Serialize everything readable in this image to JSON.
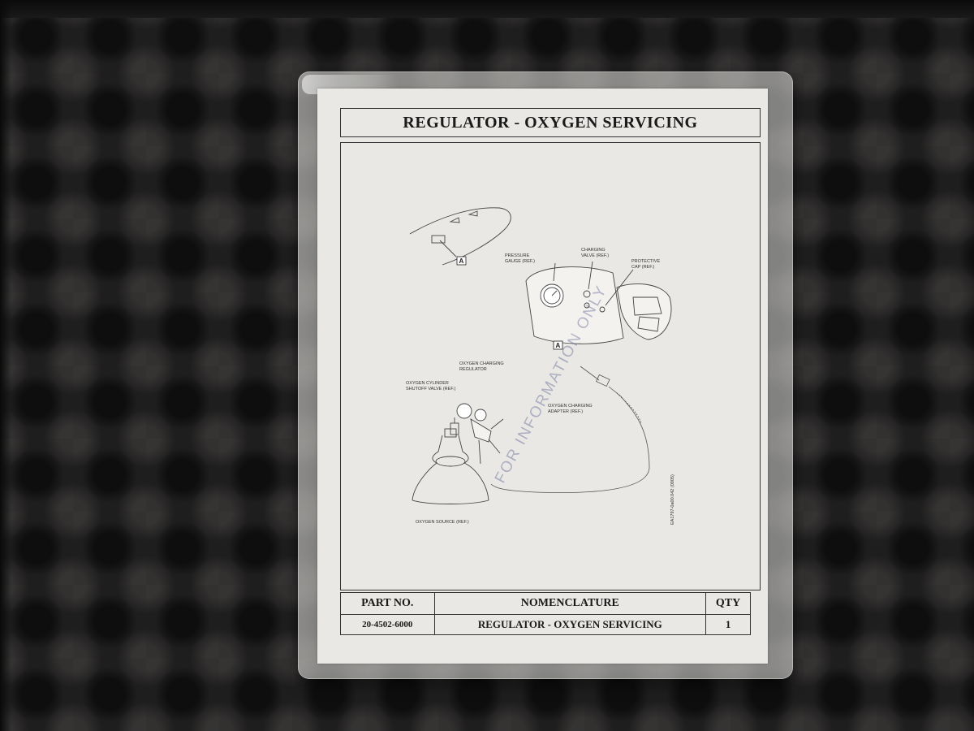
{
  "card": {
    "title": "REGULATOR - OXYGEN SERVICING",
    "drawing": {
      "callout_a": "A",
      "labels": {
        "pressure_gauge": [
          "PRESSURE",
          "GAUGE (REF.)"
        ],
        "charging_valve": [
          "CHARGING",
          "VALVE (REF.)"
        ],
        "protective_cap": [
          "PROTECTIVE",
          "CAP (REF.)"
        ],
        "oxygen_regulator": [
          "OXYGEN CHARGING",
          "REGULATOR"
        ],
        "cylinder_shutoff": [
          "OXYGEN CYLINDER",
          "SHUTOFF VALVE (REF.)"
        ],
        "charging_adapter": [
          "OXYGEN CHARGING",
          "ADAPTER (REF.)"
        ],
        "oxygen_source": "OXYGEN SOURCE (REF.)"
      },
      "watermark": "FOR INFORMATION ONLY",
      "drawing_code": "EA1797-0a00.042 (0005)"
    },
    "table": {
      "headers": [
        "PART NO.",
        "NOMENCLATURE",
        "QTY"
      ],
      "rows": [
        [
          "20-4502-6000",
          "REGULATOR - OXYGEN SERVICING",
          "1"
        ]
      ]
    }
  },
  "colors": {
    "foam": "#1f1e1e",
    "card": "#e9e8e4",
    "ink": "#1a1a1a",
    "watermark": "#3c4682"
  }
}
